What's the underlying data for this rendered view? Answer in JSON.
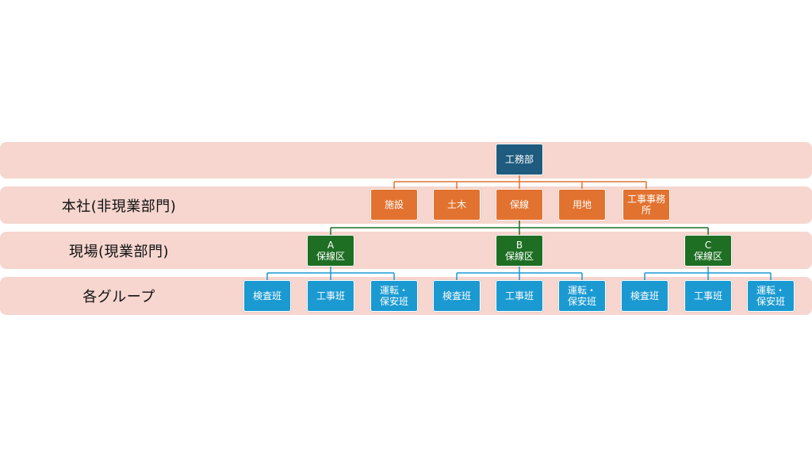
{
  "bands": [
    {
      "label": ""
    },
    {
      "label": "本社(非現業部門)"
    },
    {
      "label": "現場(現業部門)"
    },
    {
      "label": "各グループ"
    }
  ],
  "top": {
    "label": "工務部"
  },
  "hq_units": [
    "施設",
    "土木",
    "保線",
    "用地",
    "工事事務\n所"
  ],
  "site_units": [
    "A\n保線区",
    "B\n保線区",
    "C\n保線区"
  ],
  "groups": [
    [
      "検査班",
      "工事班",
      "運転・\n保安班"
    ],
    [
      "検査班",
      "工事班",
      "運転・\n保安班"
    ],
    [
      "検査班",
      "工事班",
      "運転・\n保安班"
    ]
  ],
  "colors": {
    "band": "#f6d6cf",
    "top": "#1f5b7e",
    "hq": "#e2722f",
    "site": "#1e6e23",
    "group": "#1b9ad2"
  }
}
